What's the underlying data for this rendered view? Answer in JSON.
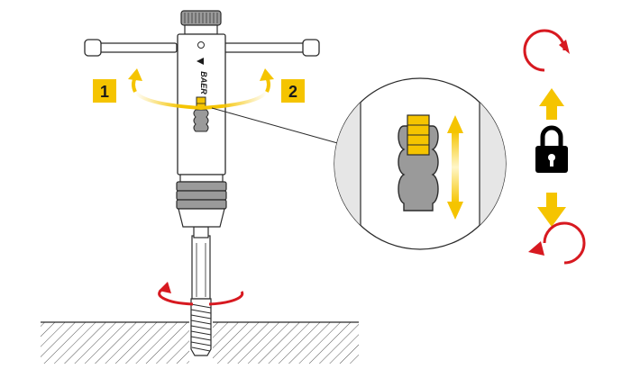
{
  "steps": [
    {
      "label": "1"
    },
    {
      "label": "2"
    }
  ],
  "brand": {
    "text": "BAER"
  },
  "icons": {
    "lock": "padlock-icon",
    "rotate_clockwise": "rotate-cw-arrow-icon",
    "rotate_counterclockwise": "rotate-ccw-arrow-icon",
    "arrow_up": "arrow-up-icon",
    "arrow_down": "arrow-down-icon"
  },
  "colors": {
    "accent_yellow": "#F5C400",
    "rotation_red": "#D71920",
    "outline": "#2b2b2b",
    "tool_fill": "#ffffff",
    "knurl_fill": "#9a9a9a",
    "ground_hatch": "#555555",
    "zoom_circle_bg": "#f4f4f4",
    "lock_body": "#000000"
  }
}
